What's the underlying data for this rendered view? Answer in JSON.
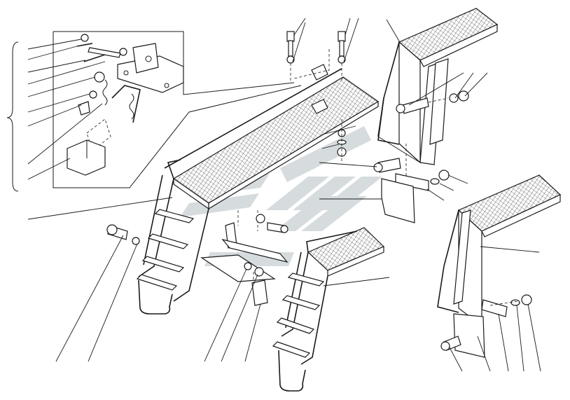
{
  "figure": {
    "kind": "exploded assembly drawing",
    "colors": {
      "line": "#1a1a1a",
      "background": "#ffffff",
      "watermark": "#c9d0d3",
      "mesh": "#1a1a1a"
    },
    "parts": [
      {
        "name": "main-ladder-platform",
        "icon": "ladder-with-mesh-deck"
      },
      {
        "name": "short-ladder",
        "icon": "ladder-with-mesh-deck"
      },
      {
        "name": "upper-right-platform",
        "icon": "mesh-deck-bracket"
      },
      {
        "name": "lower-right-platform",
        "icon": "mesh-deck-bracket"
      },
      {
        "name": "detail-inset-latch",
        "icon": "latch-assembly"
      },
      {
        "name": "mud-flaps",
        "icon": "rubber-flap"
      },
      {
        "name": "bolts-nuts-washers",
        "icon": "fasteners"
      }
    ]
  }
}
